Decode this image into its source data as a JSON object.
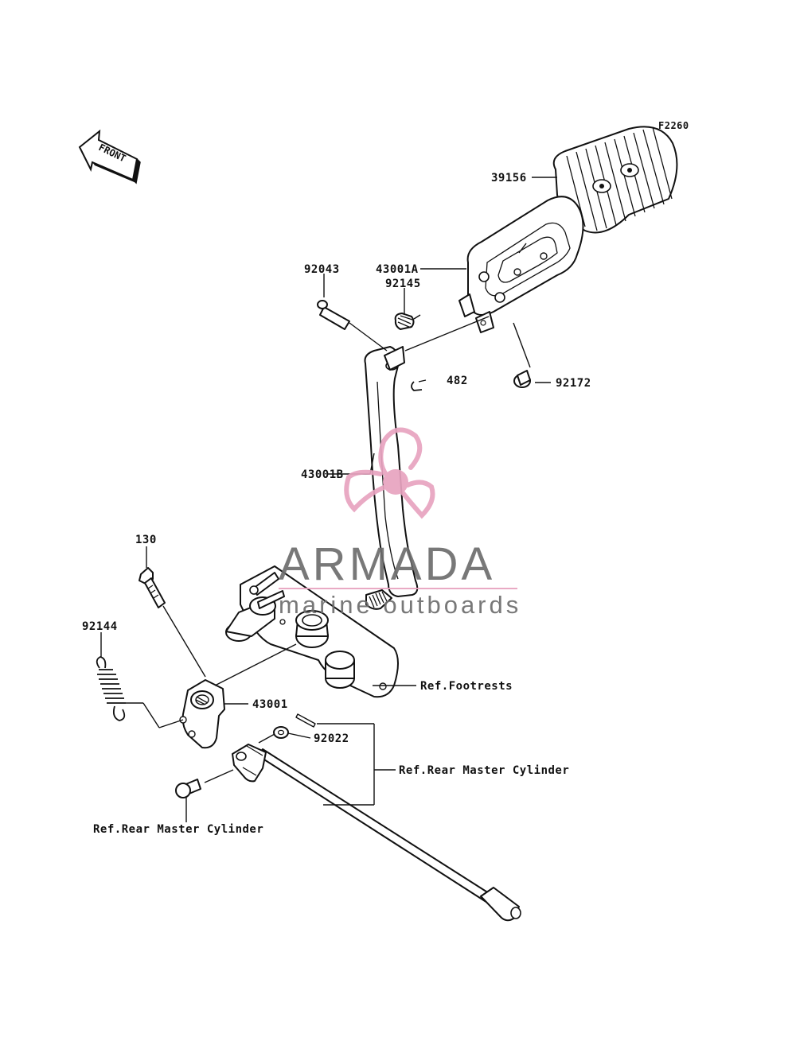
{
  "diagram_code": "F2260",
  "front_arrow": {
    "text": "FRONT",
    "icon": "front-direction-arrow-icon"
  },
  "labels": {
    "p39156": "39156",
    "p43001A": "43001A",
    "p92043": "92043",
    "p92145": "92145",
    "p482": "482",
    "p92172": "92172",
    "p43001B": "43001B",
    "p130": "130",
    "p92144": "92144",
    "p43001": "43001",
    "p92022": "92022"
  },
  "references": {
    "footrests": "Ref.Footrests",
    "rear_master_cylinder_right": "Ref.Rear Master Cylinder",
    "rear_master_cylinder_bottom": "Ref.Rear Master Cylinder"
  },
  "watermark": {
    "brand": "ARMADA",
    "tagline": "marine outboards",
    "accent_color": "#e8a3c0",
    "text_color": "#6d6d6d",
    "icon": "propeller-logo-icon"
  }
}
